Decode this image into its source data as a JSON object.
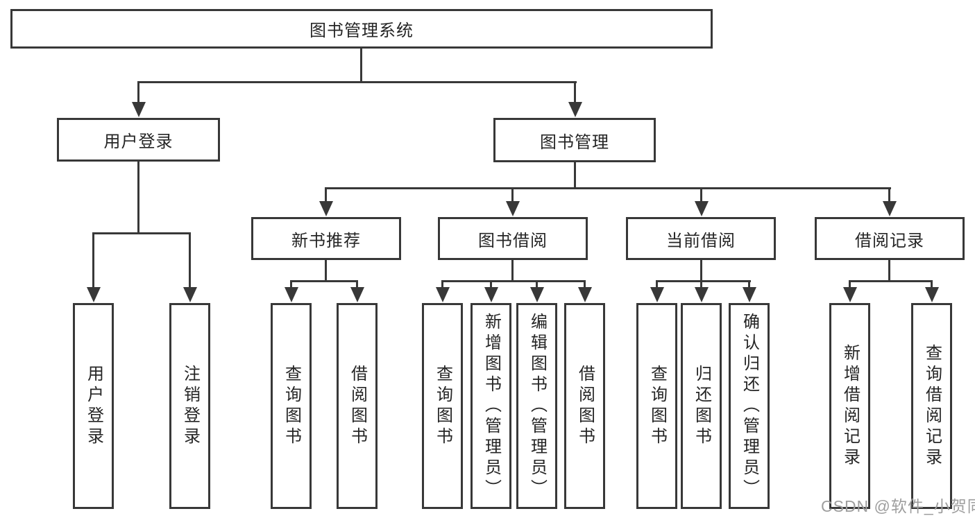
{
  "tree": {
    "label": "图书管理系统",
    "children": [
      {
        "label": "用户登录",
        "children": [
          {
            "label": "用户登录"
          },
          {
            "label": "注销登录"
          }
        ]
      },
      {
        "label": "图书管理",
        "children": [
          {
            "label": "新书推荐",
            "children": [
              {
                "label": "查询图书"
              },
              {
                "label": "借阅图书"
              }
            ]
          },
          {
            "label": "图书借阅",
            "children": [
              {
                "label": "查询图书"
              },
              {
                "label": "新增图书（管理员）"
              },
              {
                "label": "编辑图书（管理员）"
              },
              {
                "label": "借阅图书"
              }
            ]
          },
          {
            "label": "当前借阅",
            "children": [
              {
                "label": "查询图书"
              },
              {
                "label": "归还图书"
              },
              {
                "label": "确认归还（管理员）"
              }
            ]
          },
          {
            "label": "借阅记录",
            "children": [
              {
                "label": "新增借阅记录"
              },
              {
                "label": "查询借阅记录"
              }
            ]
          }
        ]
      }
    ]
  },
  "watermark": "CSDN @软件_小贺同学",
  "colors": {
    "line": "#383838",
    "text": "#252525",
    "background": "#ffffff",
    "watermark": "#9e9e9e"
  }
}
